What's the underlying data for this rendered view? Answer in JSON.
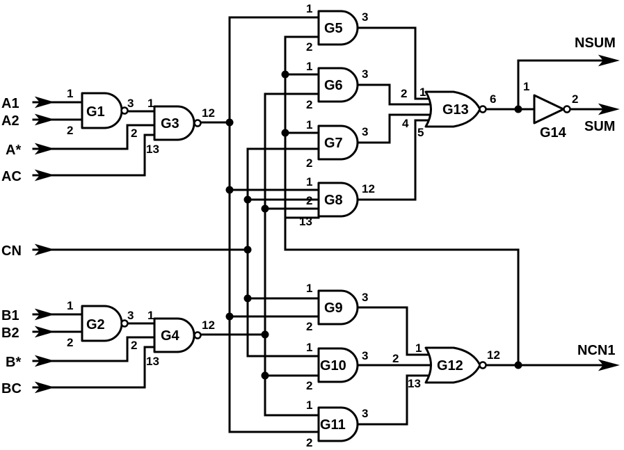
{
  "inputs": {
    "a1": "A1",
    "a2": "A2",
    "astar": "A*",
    "ac": "AC",
    "cn": "CN",
    "b1": "B1",
    "b2": "B2",
    "bstar": "B*",
    "bc": "BC"
  },
  "outputs": {
    "nsum": "NSUM",
    "sum": "SUM",
    "ncn1": "NCN1"
  },
  "gates": {
    "g1": "G1",
    "g2": "G2",
    "g3": "G3",
    "g4": "G4",
    "g5": "G5",
    "g6": "G6",
    "g7": "G7",
    "g8": "G8",
    "g9": "G9",
    "g10": "G10",
    "g11": "G11",
    "g12": "G12",
    "g13": "G13",
    "g14": "G14"
  },
  "pins": {
    "g1_in1": "1",
    "g1_in2": "2",
    "g1_out": "3",
    "g2_in1": "1",
    "g2_in2": "2",
    "g2_out": "3",
    "g3_in1": "1",
    "g3_in2": "2",
    "g3_in3": "13",
    "g3_out": "12",
    "g4_in1": "1",
    "g4_in2": "2",
    "g4_in3": "13",
    "g4_out": "12",
    "g5_in1": "1",
    "g5_in2": "2",
    "g5_out": "3",
    "g6_in1": "1",
    "g6_in2": "2",
    "g6_out": "3",
    "g7_in1": "1",
    "g7_in2": "2",
    "g7_out": "3",
    "g8_in1": "1",
    "g8_in2": "2",
    "g8_in3": "13",
    "g8_out": "12",
    "g9_in1": "1",
    "g9_in2": "2",
    "g9_out": "3",
    "g10_in1": "1",
    "g10_in2": "2",
    "g10_out": "3",
    "g11_in1": "1",
    "g11_in2": "2",
    "g11_out": "3",
    "g12_in1": "1",
    "g12_in2": "2",
    "g12_in3": "13",
    "g12_out": "12",
    "g13_in1": "1",
    "g13_in2": "2",
    "g13_in3": "4",
    "g13_in4": "5",
    "g13_out": "6",
    "g14_in1": "1",
    "g14_out": "2"
  }
}
